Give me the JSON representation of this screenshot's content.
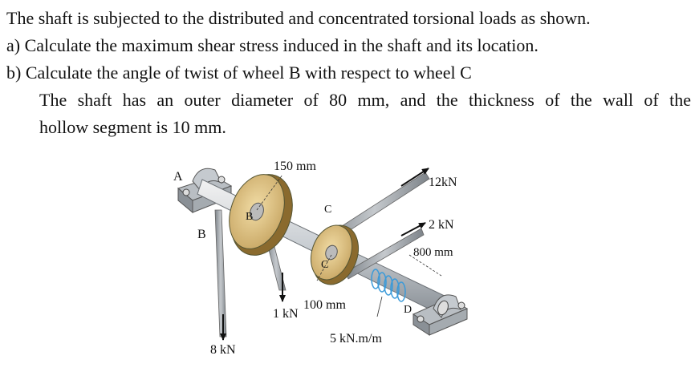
{
  "problem": {
    "intro": "The shaft is subjected to the distributed and concentrated torsional loads as shown.",
    "part_a": "a)  Calculate the maximum shear stress induced in the shaft and its location.",
    "part_b": "b)  Calculate the angle of twist of wheel B with respect to wheel C",
    "note_line1": "The shaft has an outer diameter of 80 mm, and the thickness of the wall of the",
    "note_line2": "hollow segment is 10 mm."
  },
  "figure": {
    "labels": {
      "a": "A",
      "b_wheel": "B",
      "b_side": "B",
      "c_wheel": "C",
      "c_top": "C",
      "d": "D",
      "dim_150": "150 mm",
      "dim_100": "100 mm",
      "dim_800": "800 mm",
      "force_12": "12kN",
      "force_2": "2 kN",
      "force_1": "1 kN",
      "force_8": "8 kN",
      "dist_torque": "5 kN.m/m"
    }
  }
}
